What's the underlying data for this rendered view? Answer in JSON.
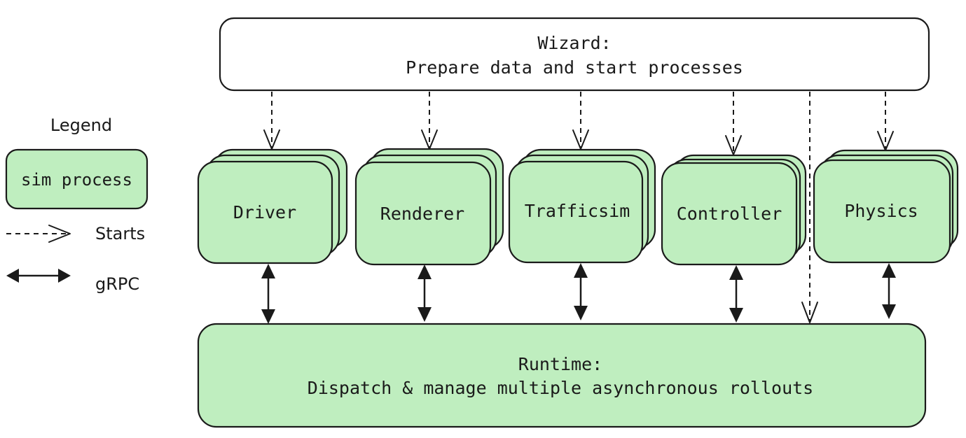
{
  "legend": {
    "title": "Legend",
    "sim_process_label": "sim process",
    "starts_label": "Starts",
    "grpc_label": "gRPC"
  },
  "wizard": {
    "title": "Wizard:",
    "subtitle": "Prepare data and start processes"
  },
  "processes": [
    {
      "id": "driver",
      "label": "Driver"
    },
    {
      "id": "renderer",
      "label": "Renderer"
    },
    {
      "id": "trafficsim",
      "label": "Trafficsim"
    },
    {
      "id": "controller",
      "label": "Controller"
    },
    {
      "id": "physics",
      "label": "Physics"
    }
  ],
  "runtime": {
    "title": "Runtime:",
    "subtitle": "Dispatch & manage multiple asynchronous rollouts"
  },
  "colors": {
    "process_fill": "#bfeebf",
    "stroke": "#1a1a1a",
    "wizard_fill": "#ffffff"
  }
}
